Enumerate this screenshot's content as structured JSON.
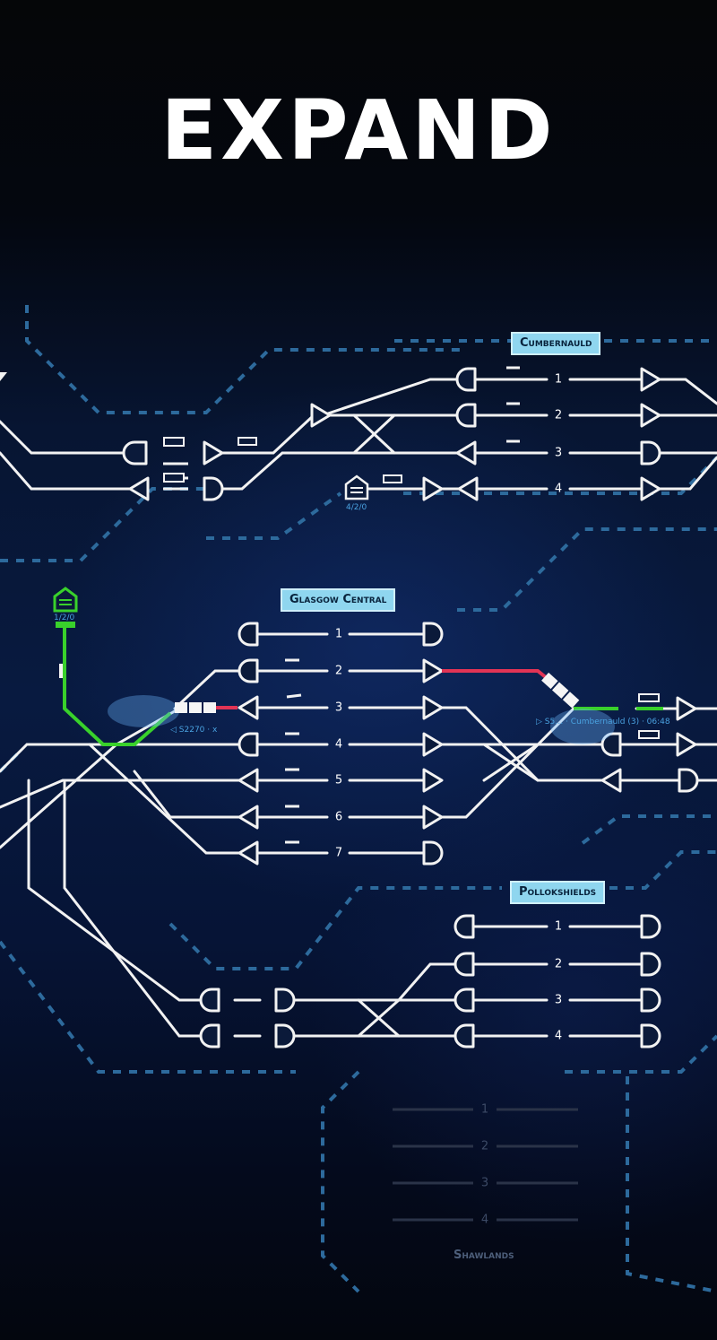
{
  "headline": "EXPAND",
  "stations": {
    "cumbernauld": {
      "name": "Cumbernauld",
      "platforms": [
        "1",
        "2",
        "3",
        "4"
      ]
    },
    "glasgow_central": {
      "name": "Glasgow Central",
      "platforms": [
        "1",
        "2",
        "3",
        "4",
        "5",
        "6",
        "7"
      ]
    },
    "pollokshields": {
      "name": "Pollokshields",
      "platforms": [
        "1",
        "2",
        "3",
        "4"
      ]
    },
    "shawlands": {
      "name": "Shawlands",
      "platforms": [
        "1",
        "2",
        "3",
        "4"
      ]
    }
  },
  "depots": {
    "depot_top": {
      "count": "4/2/0"
    },
    "depot_left": {
      "count": "1/2/0"
    }
  },
  "trains": {
    "train_left": {
      "label": "◁ S2270 · x"
    },
    "train_right": {
      "label": "▷ S5… · Cumbernauld (3) · 06:48"
    }
  },
  "colors": {
    "background": "#071532",
    "track": "#f2f2f2",
    "station_label": "#8fd6ef",
    "route_green": "#39d12b",
    "route_red": "#e23455",
    "border_dash": "#2d6a9c"
  }
}
